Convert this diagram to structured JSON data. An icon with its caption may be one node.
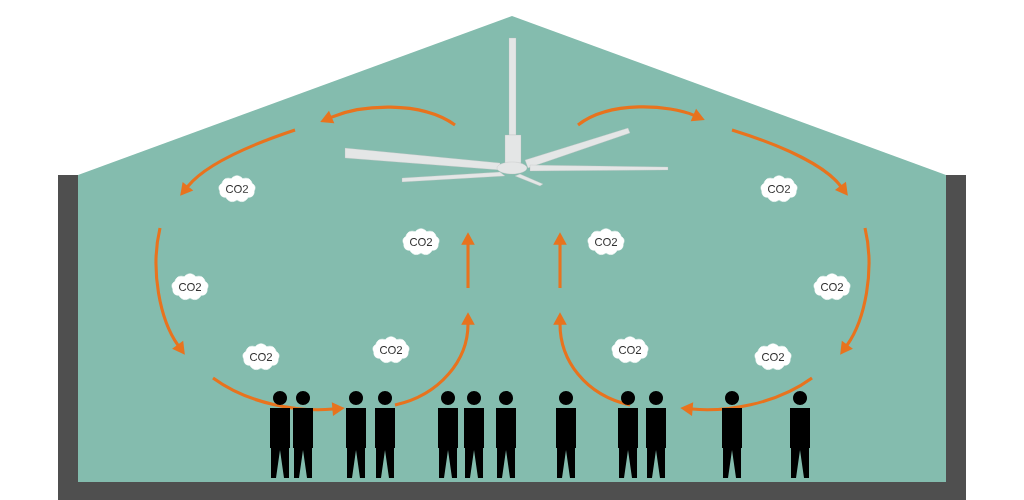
{
  "diagram": {
    "nodes": [
      {
        "text": [
          "CO2"
        ]
      },
      {
        "text": [
          "CO2"
        ]
      },
      {
        "text": [
          "CO2"
        ]
      },
      {
        "text": [
          "CO2"
        ]
      },
      {
        "text": [
          "CO2"
        ]
      },
      {
        "text": [
          "CO2"
        ]
      },
      {
        "text": [
          "CO2"
        ]
      },
      {
        "text": [
          "CO2"
        ]
      },
      {
        "text": [
          "CO2"
        ]
      },
      {
        "text": [
          "CO2"
        ]
      }
    ]
  }
}
